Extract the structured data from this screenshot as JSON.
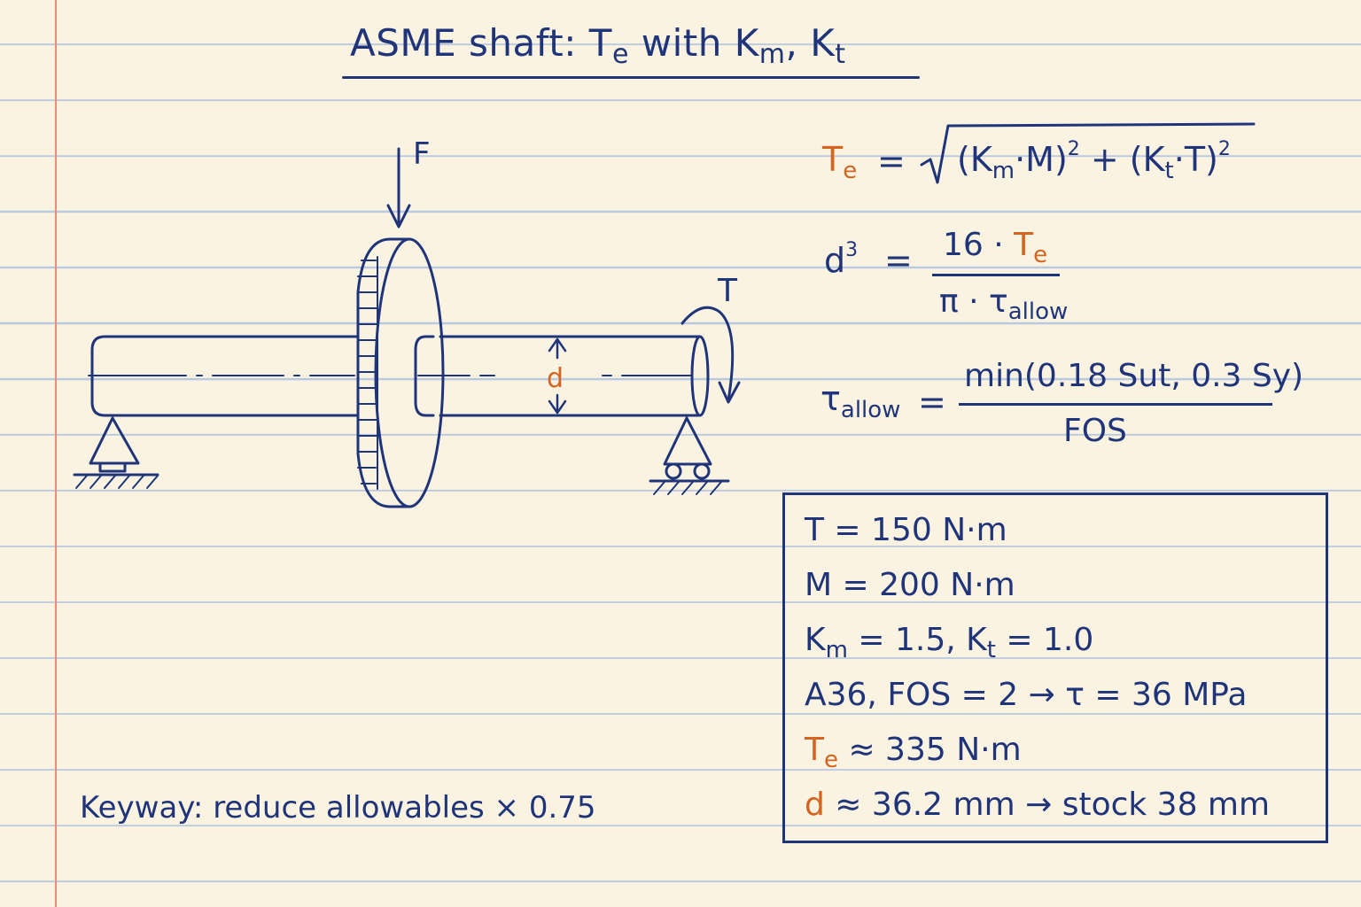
{
  "title": {
    "main": "ASME shaft: T",
    "te_sub": "e",
    "with": " with K",
    "km_sub": "m",
    "comma_k": ", K",
    "kt_sub": "t"
  },
  "diagram": {
    "force_label": "F",
    "torque_label": "T",
    "diameter_label": "d"
  },
  "equations": {
    "te_eq": {
      "lhs": "T",
      "lhs_sub": "e",
      "equals": "=",
      "open": "(K",
      "km_sub": "m",
      "mid1": "·M)",
      "exp1": "2",
      "plus": " + (K",
      "kt_sub": "t",
      "mid2": "·T)",
      "exp2": "2"
    },
    "d_eq": {
      "lhs": "d",
      "lhs_exp": "3",
      "equals": "=",
      "num_prefix": "16 · ",
      "num_te": "T",
      "num_te_sub": "e",
      "den_prefix": "π · τ",
      "den_sub": "allow"
    },
    "tau_eq": {
      "lhs": "τ",
      "lhs_sub": "allow",
      "equals": "=",
      "numerator": "min(0.18 Sut, 0.3 Sy)",
      "denominator": "FOS"
    }
  },
  "given": {
    "line1": "T = 150 N·m",
    "line2": "M = 200 N·m",
    "line3_a": "K",
    "line3_a_sub": "m",
    "line3_b": " = 1.5,  K",
    "line3_b_sub": "t",
    "line3_c": " = 1.0",
    "line4": "A36,  FOS = 2 → τ = 36 MPa",
    "line5_var": "T",
    "line5_sub": "e",
    "line5_rest": " ≈ 335 N·m",
    "line6_var": "d",
    "line6_rest": " ≈ 36.2 mm → stock 38 mm"
  },
  "note": "Keyway: reduce allowables × 0.75",
  "colors": {
    "ink": "#1f3479",
    "accent": "#d4641f",
    "paper": "#fbf3e2",
    "rule_line": "#b9c9df",
    "margin_line": "#ec8c78"
  }
}
